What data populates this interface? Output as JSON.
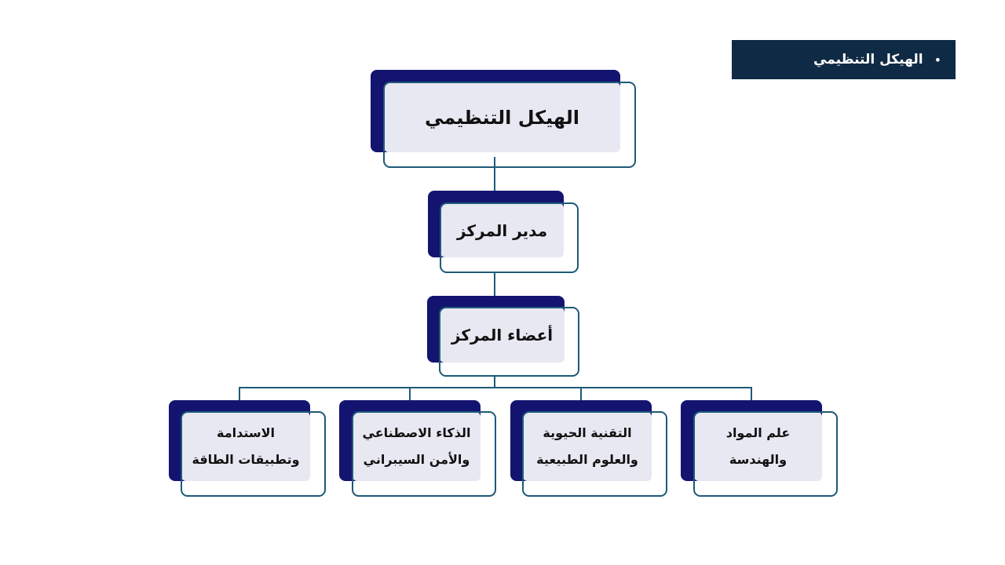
{
  "header": {
    "title": "الهيكل التنظيمي"
  },
  "chart": {
    "root": "الهيكل التنظيمي",
    "director": "مدير المركز",
    "members": "أعضاء المركز",
    "departments": [
      {
        "line1": "علم المواد",
        "line2": "والهندسة"
      },
      {
        "line1": "التقنية الحيوية",
        "line2": "والعلوم الطبيعية"
      },
      {
        "line1": "الذكاء الاصطناعي",
        "line2": "والأمن السيبراني"
      },
      {
        "line1": "الاستدامة",
        "line2": "وتطبيقات الطاقة"
      }
    ]
  },
  "colors": {
    "navy": "#131470",
    "fill": "#e8e8f2",
    "border": "#1e5a78",
    "header": "#0f2a44"
  }
}
